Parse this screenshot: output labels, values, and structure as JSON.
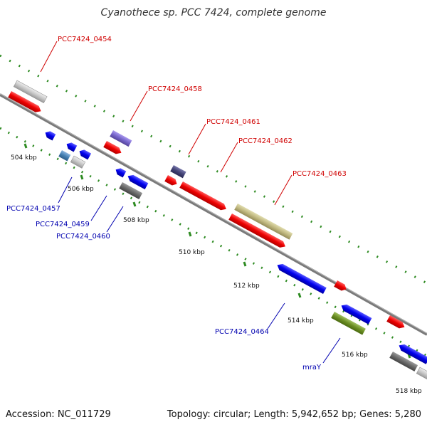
{
  "title": "Cyanothece sp. PCC 7424, complete genome",
  "footer": {
    "accession": "Accession: NC_011729",
    "summary": "Topology: circular; Length: 5,942,652 bp; Genes: 5,280"
  },
  "colors": {
    "forward_label": "#d00000",
    "reverse_label": "#0000b0",
    "backbone": "#888888",
    "tick": "#2e8b22"
  },
  "ticks": [
    {
      "label": "504 kbp"
    },
    {
      "label": "506 kbp"
    },
    {
      "label": "508 kbp"
    },
    {
      "label": "510 kbp"
    },
    {
      "label": "512 kbp"
    },
    {
      "label": "514 kbp"
    },
    {
      "label": "516 kbp"
    },
    {
      "label": "518 kbp"
    }
  ],
  "gene_labels": [
    {
      "text": "PCC7424_0454",
      "strand": "forward"
    },
    {
      "text": "PCC7424_0458",
      "strand": "forward"
    },
    {
      "text": "PCC7424_0461",
      "strand": "forward"
    },
    {
      "text": "PCC7424_0462",
      "strand": "forward"
    },
    {
      "text": "PCC7424_0463",
      "strand": "forward"
    },
    {
      "text": "PCC7424_0457",
      "strand": "reverse"
    },
    {
      "text": "PCC7424_0459",
      "strand": "reverse"
    },
    {
      "text": "PCC7424_0460",
      "strand": "reverse"
    },
    {
      "text": "PCC7424_0464",
      "strand": "reverse"
    },
    {
      "text": "mraY",
      "strand": "reverse"
    }
  ]
}
